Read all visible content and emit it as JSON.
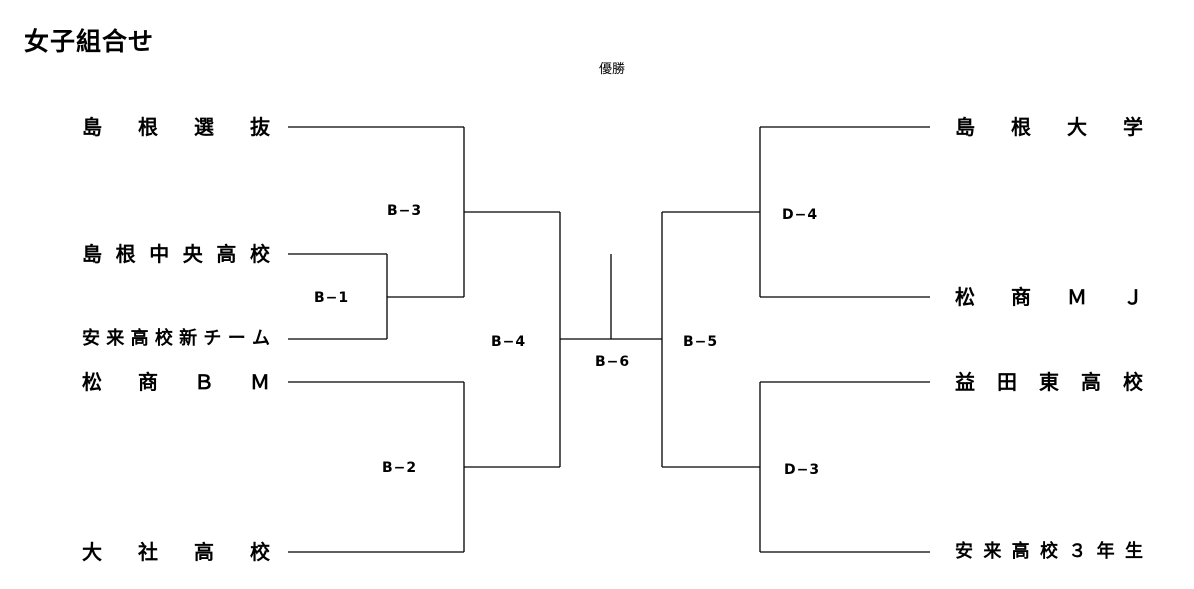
{
  "title": "女子組合せ",
  "champion_label": "優勝",
  "teams_left": [
    "島 根 選 抜",
    "島根中央高校",
    "安来高校新チーム",
    "松 商 Ｂ Ｍ",
    "大 社 高 校"
  ],
  "teams_right": [
    "島 根 大 学",
    "松 商 Ｍ Ｊ",
    "益田東高校",
    "安来高校３年生"
  ],
  "matches": {
    "b1": "B−1",
    "b2": "B−2",
    "b3": "B−3",
    "b4": "B−4",
    "b5": "B−5",
    "b6": "B−6",
    "d3": "D−3",
    "d4": "D−4"
  }
}
